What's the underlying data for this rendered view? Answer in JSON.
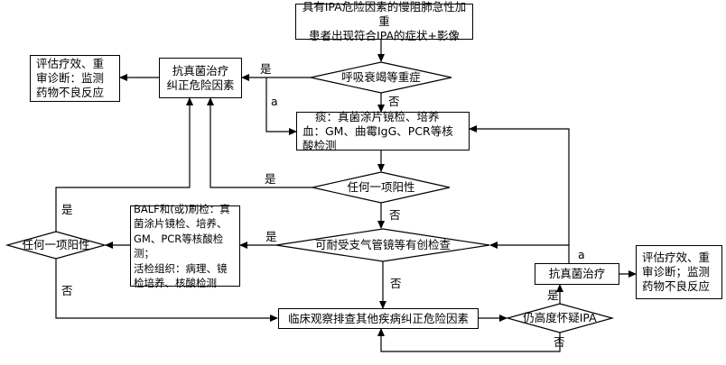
{
  "nodes": {
    "start": [
      "具有IPA危险因素的慢阻肺急性加重",
      "患者出现符合IPA的症状+影像"
    ],
    "q_resp": "呼吸衰竭等重症",
    "antifungal_left": [
      "抗真菌治疗",
      "纠正危险因素"
    ],
    "eval_left": [
      "评估疗效、重",
      "审诊断：监测",
      "药物不良反应"
    ],
    "sputum_blood": [
      "痰：真菌涂片镜检、培养",
      "血：GM、曲霉IgG、PCR等核酸检测"
    ],
    "q_any1": "任何一项阳性",
    "q_broncho": "可耐受支气管镜等有创检查",
    "balf": [
      "BALF和(或)刷检：真",
      "菌涂片镜检、培养、",
      "GM、PCR等核酸检测；",
      "活检组织：病理、镜",
      "检培养、核酸检测"
    ],
    "q_any2": "任何一项阳性",
    "observe": "临床观察排查其他疾病纠正危险因素",
    "q_suspect": "仍高度怀疑IPA",
    "antifungal_right": "抗真菌治疗",
    "eval_right": [
      "评估疗效、重",
      "审诊断；监测",
      "药物不良反应"
    ]
  },
  "edge_labels": {
    "yes": "是",
    "no": "否",
    "a": "a"
  }
}
